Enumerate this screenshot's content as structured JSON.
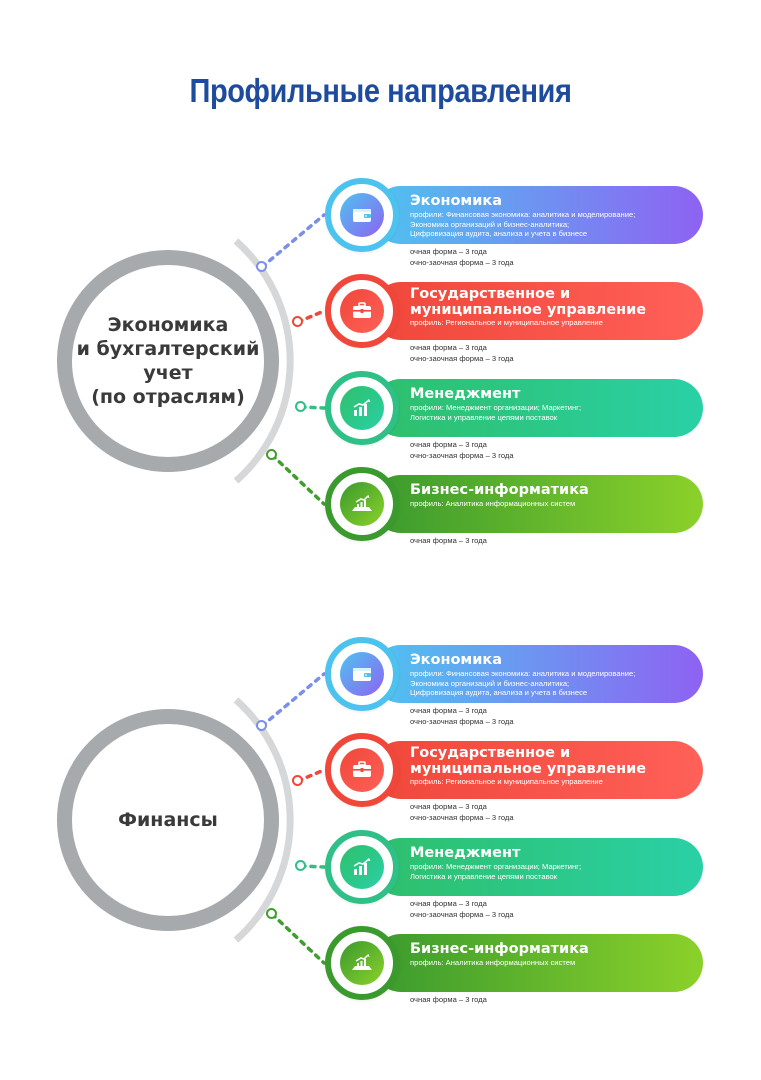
{
  "title": "Профильные направления",
  "colors": {
    "economics": [
      "#4fc3f0",
      "#8e62f2"
    ],
    "state": [
      "#f0473a",
      "#ff6058"
    ],
    "management": [
      "#2ebf6b",
      "#2ad0a6"
    ],
    "business": [
      "#3a9a2e",
      "#8bd12a"
    ]
  },
  "sections": [
    {
      "center_label": "Экономика\nи бухгалтерский\nучет\n(по отраслям)",
      "items": [
        {
          "icon": "wallet-icon",
          "title": "Экономика",
          "profiles": "профили: Финансовая экономика: аналитика и моделирование;\nЭкономика организаций и бизнес-аналитика;\nЦифровизация аудита, анализа и учета в бизнесе",
          "study": "очная форма – 3 года\nочно-заочная форма – 3 года"
        },
        {
          "icon": "briefcase-icon",
          "title": "Государственное и\nмуниципальное управление",
          "profiles": "профиль: Региональное и муниципальное управление",
          "study": "очная форма – 3 года\nочно-заочная форма – 3 года"
        },
        {
          "icon": "growth-chart-icon",
          "title": "Менеджмент",
          "profiles": "профили: Менеджмент организации;  Маркетинг;\nЛогистика и управление цепями поставок",
          "study": "очная форма – 3 года\nочно-заочная форма – 3 года"
        },
        {
          "icon": "laptop-chart-icon",
          "title": "Бизнес-информатика",
          "profiles": "профиль: Аналитика информационных систем",
          "study": "очная форма – 3 года"
        }
      ]
    },
    {
      "center_label": "Финансы",
      "items": [
        {
          "icon": "wallet-icon",
          "title": "Экономика",
          "profiles": "профили: Финансовая экономика: аналитика и моделирование;\nЭкономика организаций и бизнес-аналитика;\nЦифровизация аудита, анализа и учета в бизнесе",
          "study": "очная форма – 3 года\nочно-заочная форма – 3 года"
        },
        {
          "icon": "briefcase-icon",
          "title": "Государственное и\nмуниципальное управление",
          "profiles": "профиль: Региональное и муниципальное управление",
          "study": "очная форма – 3 года\nочно-заочная форма – 3 года"
        },
        {
          "icon": "growth-chart-icon",
          "title": "Менеджмент",
          "profiles": "профили: Менеджмент организации;  Маркетинг;\nЛогистика и управление цепями поставок",
          "study": "очная форма – 3 года\nочно-заочная форма – 3 года"
        },
        {
          "icon": "laptop-chart-icon",
          "title": "Бизнес-информатика",
          "profiles": "профиль: Аналитика информационных систем",
          "study": "очная форма – 3 года"
        }
      ]
    }
  ]
}
